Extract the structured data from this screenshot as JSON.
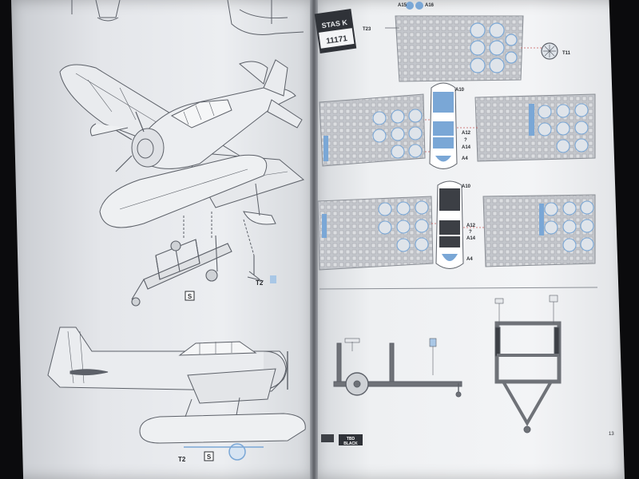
{
  "brand": {
    "logo_text": "STAS K",
    "set_number": "11171"
  },
  "colors": {
    "page_left": "#e6e8eb",
    "page_right": "#f0f1f3",
    "lineart": "#5c6068",
    "pe_fret": "#b8bcc2",
    "mask_blue": "#7aa7d6",
    "dark_part": "#3c3f45",
    "trailer_gray": "#6f7278"
  },
  "callouts": {
    "left_page": {
      "t2_top": "T2",
      "s_top": "S",
      "t2_bottom": "T2",
      "s_bottom": "S"
    },
    "top_mask": {
      "a15": "A15",
      "a16": "A16",
      "t23": "T23",
      "t11": "T11"
    },
    "canopy_set_1": {
      "a10": "A10",
      "a12": "A12",
      "a14": "A14",
      "a4": "A4",
      "q": "?"
    },
    "canopy_set_2": {
      "a10": "A10",
      "a12": "A12",
      "a14": "A14",
      "a4": "A4",
      "q": "?"
    }
  },
  "legend": {
    "items": [
      {
        "code": "",
        "label": ""
      },
      {
        "code": "TBD",
        "label": "BLACK"
      }
    ]
  },
  "page_number": "13"
}
